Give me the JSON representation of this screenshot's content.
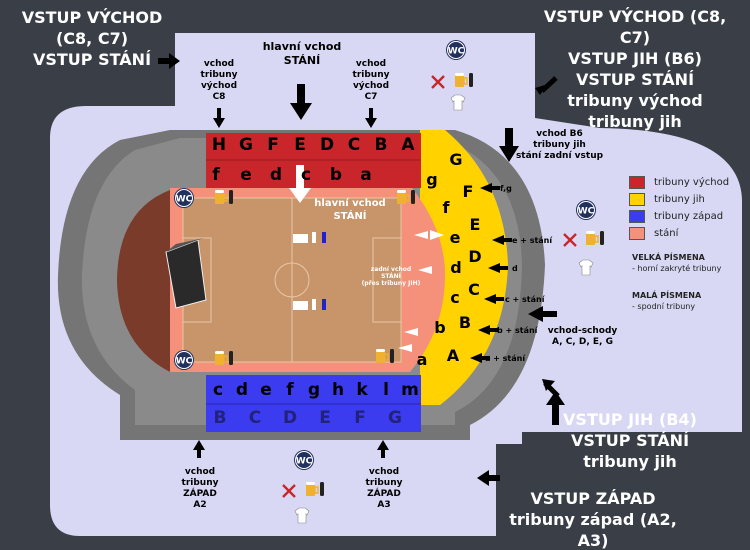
{
  "entrances": {
    "top_left": [
      "VSTUP VÝCHOD (C8, C7)",
      "VSTUP STÁNÍ"
    ],
    "top_right": [
      "VSTUP VÝCHOD (C8, C7)",
      "VSTUP JIH  (B6)",
      "VSTUP STÁNÍ",
      "tribuny východ",
      "tribuny jih"
    ],
    "right_mid": [
      "VSTUP JIH (B4)",
      "VSTUP STÁNÍ",
      "tribuny jih"
    ],
    "bottom_right": [
      "VSTUP ZÁPAD",
      "tribuny západ (A2, A3)"
    ]
  },
  "gates": {
    "c8": [
      "vchod",
      "tribuny",
      "východ",
      "C8"
    ],
    "main": [
      "hlavní vchod",
      "STÁNÍ"
    ],
    "c7": [
      "vchod",
      "tribuny",
      "východ",
      "C7"
    ],
    "b6": [
      "vchod B6",
      "tribuny jih",
      "stání zadní vstup"
    ],
    "a2": [
      "vchod",
      "tribuny",
      "ZÁPAD",
      "A2"
    ],
    "a3": [
      "vchod",
      "tribuny",
      "ZÁPAD",
      "A3"
    ],
    "vchod_schody": [
      "vchod-schody",
      "A, C, D, E, G"
    ]
  },
  "field_labels": {
    "main_entrance": [
      "hlavní vchod",
      "STÁNÍ"
    ],
    "rear_entrance": [
      "zadní vchod",
      "STÁNÍ",
      "(přes tribuny JIH)"
    ]
  },
  "stands": {
    "east_upper": [
      "H",
      "G",
      "F",
      "E",
      "D",
      "C",
      "B",
      "A"
    ],
    "east_lower": [
      "f",
      "e",
      "d",
      "c",
      "b",
      "a"
    ],
    "west_lower": [
      "c",
      "d",
      "e",
      "f",
      "g",
      "h",
      "k",
      "l",
      "m"
    ],
    "west_upper": [
      "B",
      "C",
      "D",
      "E",
      "F",
      "G"
    ],
    "south_upper": [
      "G",
      "F",
      "E",
      "D",
      "C",
      "B",
      "A"
    ],
    "south_lower": [
      "g",
      "f",
      "e",
      "d",
      "c",
      "b",
      "a"
    ]
  },
  "south_arrows": [
    "f,g",
    "e + stání",
    "d",
    "c + stání",
    "b + stání",
    "a + stání"
  ],
  "legend": [
    {
      "label": "tribuny východ",
      "color": "#c8262a"
    },
    {
      "label": "tribuny jih",
      "color": "#ffd200"
    },
    {
      "label": "tribuny západ",
      "color": "#3b3bf0"
    },
    {
      "label": "stání",
      "color": "#f5907a"
    }
  ],
  "notes": [
    [
      "VELKÁ PÍSMENA",
      "- horní zakryté tribuny"
    ],
    [
      "MALÁ PÍSMENA",
      "- spodní tribuny"
    ]
  ],
  "icons": {
    "wc": "WC"
  }
}
